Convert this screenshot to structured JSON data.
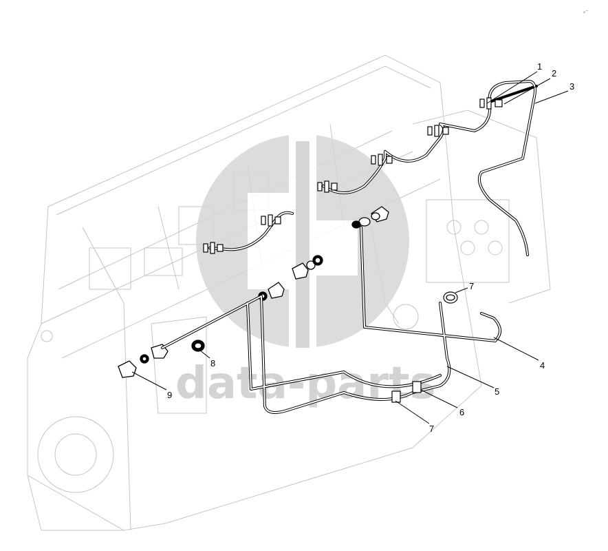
{
  "watermark": {
    "text": "data-parts"
  },
  "corner_mark": "⸗⁻",
  "callouts": [
    {
      "id": "c1",
      "text": "1"
    },
    {
      "id": "c2",
      "text": "2"
    },
    {
      "id": "c3",
      "text": "3"
    },
    {
      "id": "c4",
      "text": "4"
    },
    {
      "id": "c5",
      "text": "5"
    },
    {
      "id": "c6",
      "text": "6"
    },
    {
      "id": "c7a",
      "text": "7"
    },
    {
      "id": "c7b",
      "text": "7"
    },
    {
      "id": "c8",
      "text": "8"
    },
    {
      "id": "c9",
      "text": "9"
    }
  ],
  "colors": {
    "line": "#000000",
    "engine": "#c4c4c4",
    "watermark": "#d0d0d0"
  }
}
